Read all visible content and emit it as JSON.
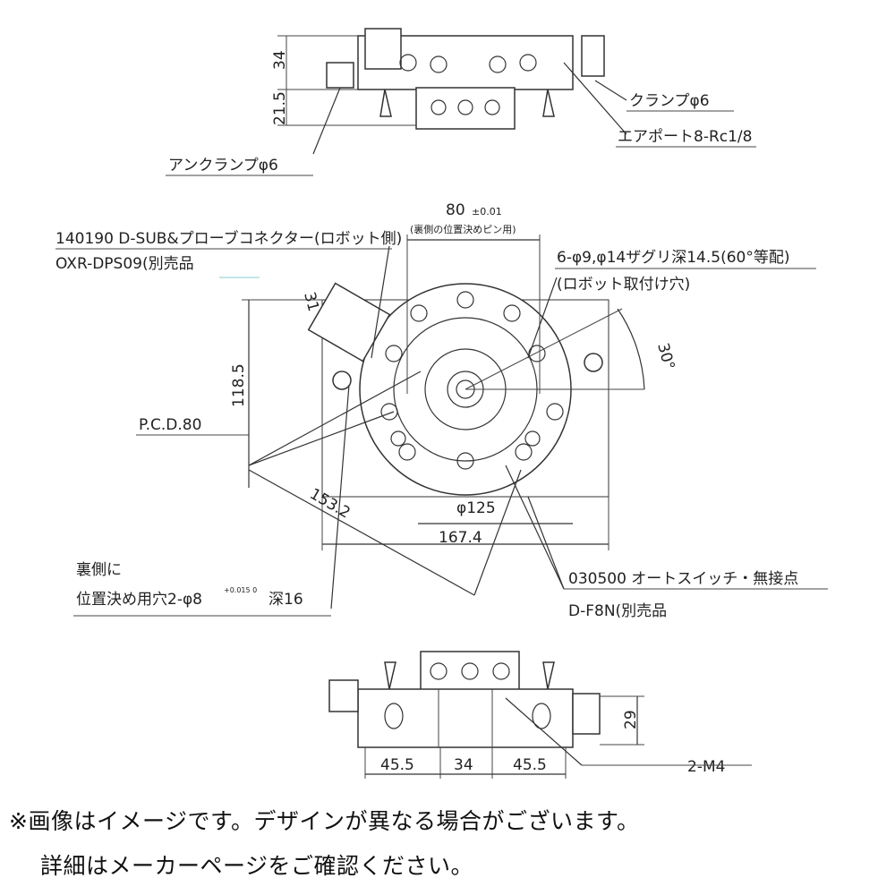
{
  "top_view": {
    "dim_34": "34",
    "dim_21_5": "21.5",
    "clamp_label": "クランプφ6",
    "airport_label": "エアポート8-Rc1/8",
    "unclamp_label": "アンクランプφ6"
  },
  "plan_view": {
    "dim_80": "80",
    "dim_80_tol": "±0.01",
    "dim_80_note": "(裏側の位置決めピン用)",
    "connector_label": "140190 D-SUB&プローブコネクター(ロボット側)",
    "connector_model": "OXR-DPS09(別売品",
    "holes_label": "6-φ9,φ14ザグリ深14.5(60°等配)",
    "holes_note": "(ロボット取付け穴)",
    "angle_30": "30°",
    "dim_31": "31",
    "dim_118_5": "118.5",
    "pcd_label": "P.C.D.80",
    "dim_153_2": "153.2",
    "dim_125": "φ125",
    "dim_167_4": "167.4",
    "back_label_1": "裏側に",
    "back_label_2": "位置決め用穴2-φ8",
    "back_tol": "+0.015 0",
    "back_depth": "深16",
    "switch_label": "030500 オートスイッチ・無接点",
    "switch_model": "D-F8N(別売品"
  },
  "front_view": {
    "dim_45_5_left": "45.5",
    "dim_34": "34",
    "dim_45_5_right": "45.5",
    "dim_29": "29",
    "m4_label": "2-M4"
  },
  "footer": {
    "line1": "※画像はイメージです。デザインが異なる場合がございます。",
    "line2": "詳細はメーカーページをご確認ください。"
  }
}
